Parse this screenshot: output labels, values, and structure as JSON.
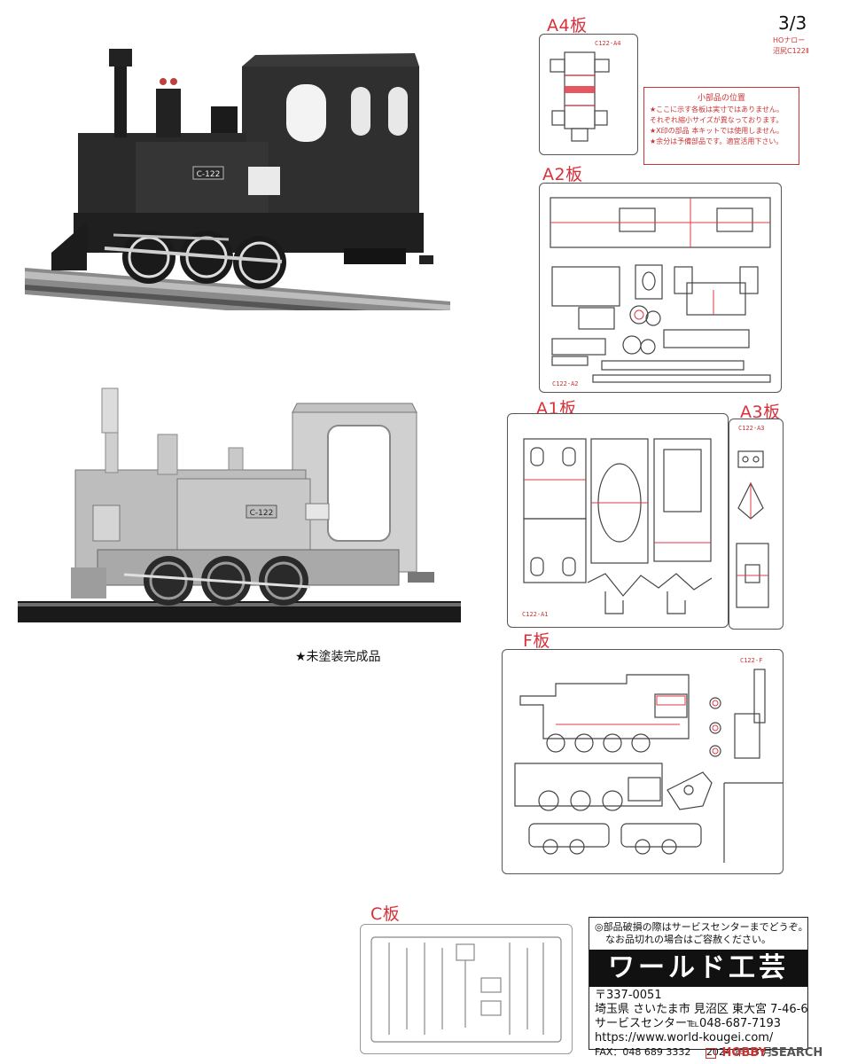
{
  "page": {
    "number": "3/3"
  },
  "kit": {
    "scale_line": "HOナロー",
    "model_line": "沼尻C122Ⅱ"
  },
  "photos": {
    "painted": {
      "plate": "C-122"
    },
    "unpainted": {
      "plate": "C-122",
      "caption": "★未塗装完成品"
    }
  },
  "sheets": {
    "a4": {
      "label": "A4板",
      "code": "C122-A4"
    },
    "a2": {
      "label": "A2板",
      "code": "C122-A2"
    },
    "a1": {
      "label": "A1板",
      "code": "C122-A1"
    },
    "a3": {
      "label": "A3板",
      "code": "C122-A3"
    },
    "f": {
      "label": "F板",
      "code": "C122-F"
    },
    "c": {
      "label": "C板"
    }
  },
  "parts_note": {
    "title": "小部品の位置",
    "lines": [
      "★ここに示す各板は実寸ではありません。",
      "それぞれ縮小サイズが異なっております。",
      "★X印の部品 本キットでは使用しません。",
      "★余分は予備部品です。適宜活用下さい。"
    ]
  },
  "footer": {
    "note1": "◎部品破損の際はサービスセンターまでどうぞ。",
    "note2": "なお品切れの場合はご容赦ください。",
    "brand": "ワールド工芸",
    "postal": "〒337-0051",
    "address": "埼玉県 さいたま市 見沼区 東大宮 7-46-6",
    "service": "サービスセンター℡048-687-7193",
    "url": "https://www.world-kougei.com/",
    "fax": "FAX：048 689 3332",
    "date": "2024 年 03 月"
  },
  "watermark": {
    "brand": "HOBBY",
    "suffix": "SEARCH"
  }
}
